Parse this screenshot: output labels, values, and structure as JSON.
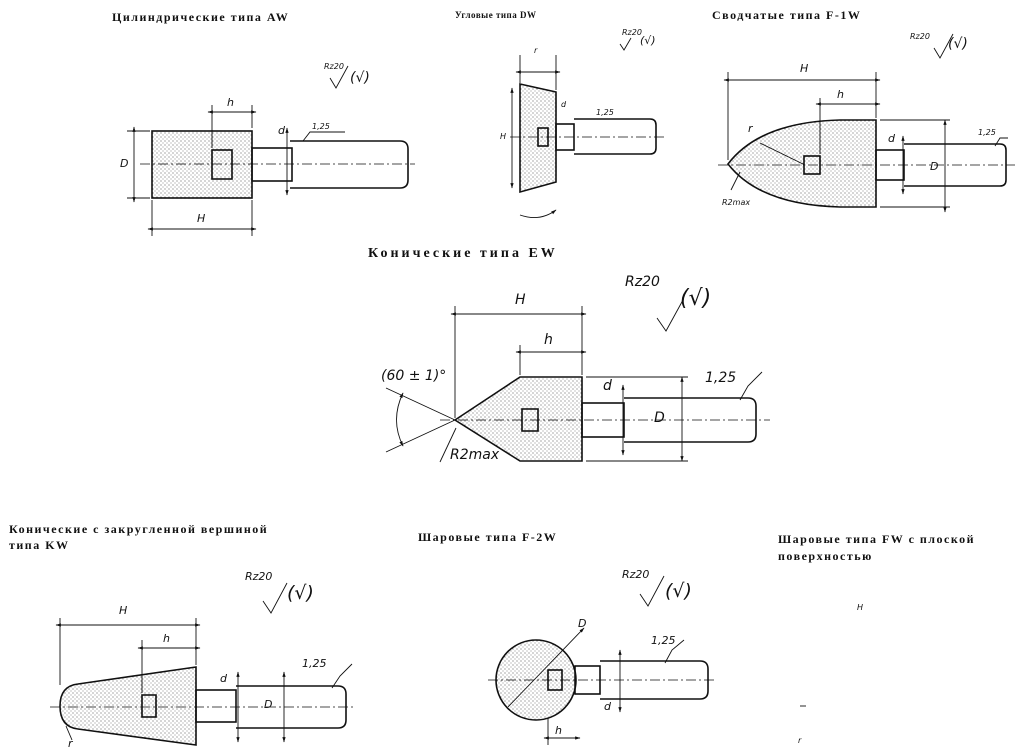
{
  "titles": {
    "aw": "Цилиндрические типа AW",
    "dw": "Угловые типа DW",
    "f1w": "Сводчатые типа F-1W",
    "ew": "Конические типа EW",
    "kw_line1": "Конические   с   закругленной   вершиной",
    "kw_line2": "типа  KW",
    "f2w": "Шаровые типа F-2W",
    "fw_line1": "Шаровые типа FW с плоской",
    "fw_line2": "поверхностью"
  },
  "marks": {
    "rz": "Rz20",
    "check": "(√)",
    "root": "√",
    "shank_roughness": "1,25",
    "H": "H",
    "h": "h",
    "d": "d",
    "D": "D",
    "r": "r",
    "r2max": "R2max",
    "angle": "(60 ± 1)°"
  }
}
